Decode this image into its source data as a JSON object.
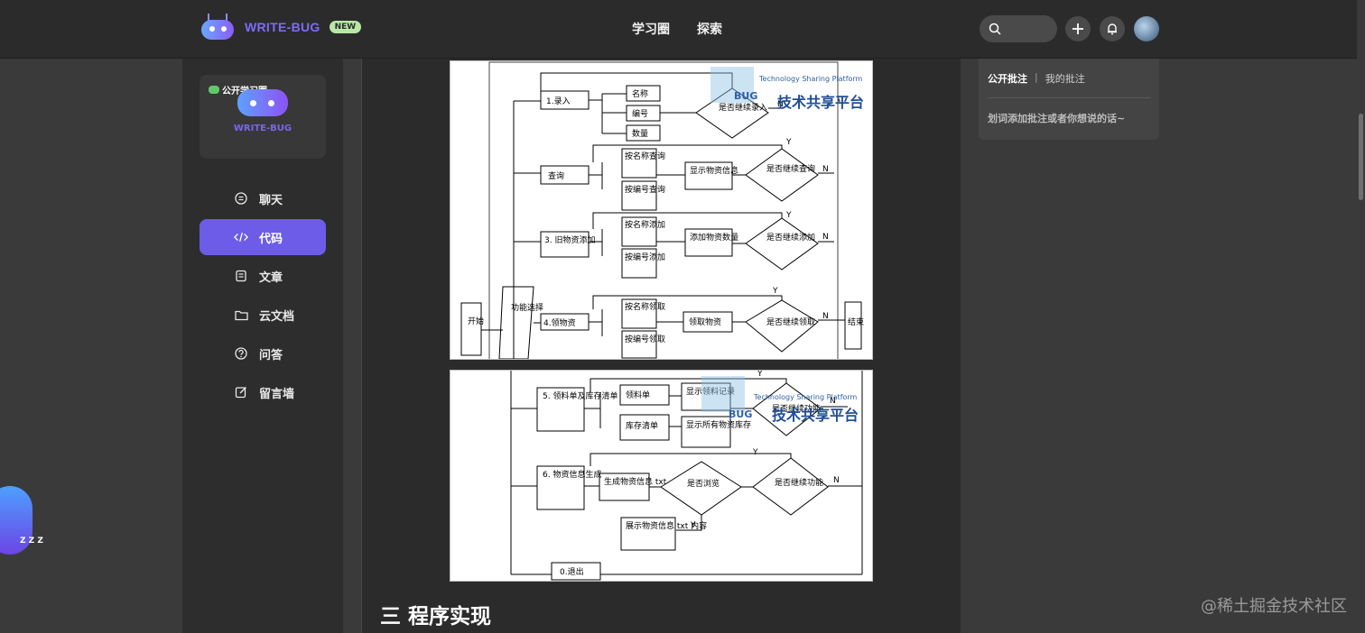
{
  "header": {
    "brand": "WRITE-BUG",
    "badge": "NEW",
    "nav": [
      "学习圈",
      "探索"
    ]
  },
  "sidebar": {
    "circle_tag": "公开学习圈",
    "circle_name": "WRITE-BUG",
    "items": [
      {
        "label": "聊天",
        "icon": "chat-icon"
      },
      {
        "label": "代码",
        "icon": "code-icon"
      },
      {
        "label": "文章",
        "icon": "article-icon"
      },
      {
        "label": "云文档",
        "icon": "folder-icon"
      },
      {
        "label": "问答",
        "icon": "question-icon"
      },
      {
        "label": "留言墙",
        "icon": "edit-icon"
      }
    ],
    "active_index": 1,
    "zzz": "Z Z Z"
  },
  "main": {
    "heading": "三 程序实现"
  },
  "flowchart": {
    "start": "开始",
    "select": "功能选择",
    "end": "结束",
    "row1": {
      "main": "1.录入",
      "opts": [
        "名称",
        "编号",
        "数量"
      ],
      "decide": "是否继续录入"
    },
    "row2": {
      "main": "查询",
      "opts": [
        "按名称查询",
        "按编号查询"
      ],
      "show": "显示物资信息",
      "decide": "是否继续查询"
    },
    "row3": {
      "main": "3. 旧物资添加",
      "opts": [
        "按名称添加",
        "按编号添加"
      ],
      "show": "添加物资数量",
      "decide": "是否继续添加"
    },
    "row4": {
      "main": "4.领物资",
      "opts": [
        "按名称领取",
        "按编号领取"
      ],
      "show": "领取物资",
      "decide": "是否继续领取"
    },
    "row5": {
      "main": "5. 领料单及库存清单",
      "opts": [
        "领料单",
        "库存清单"
      ],
      "shows": [
        "显示领料记录",
        "显示所有物资库存"
      ],
      "decide": "是否继续功能"
    },
    "row6": {
      "main": "6. 物资信息生成",
      "gen": "生成物资信息 txt",
      "browse": "是否浏览",
      "decide": "是否继续功能",
      "display": "展示物资信息 txt 内容"
    },
    "exit": "0.退出",
    "yes": "Y",
    "no": "N",
    "watermark": {
      "brand": "BUG",
      "subtitle": "Technology Sharing Platform",
      "cn": "技术共享平台"
    }
  },
  "annotations": {
    "tab_public": "公开批注",
    "separator": "|",
    "tab_mine": "我的批注",
    "hint": "划词添加批注或者你想说的话~"
  },
  "watermark_corner": "@稀土掘金技术社区",
  "colors": {
    "accent": "#6c5ce7",
    "header_bg": "#2b2b2b",
    "page_bg": "#3a3a3a"
  }
}
